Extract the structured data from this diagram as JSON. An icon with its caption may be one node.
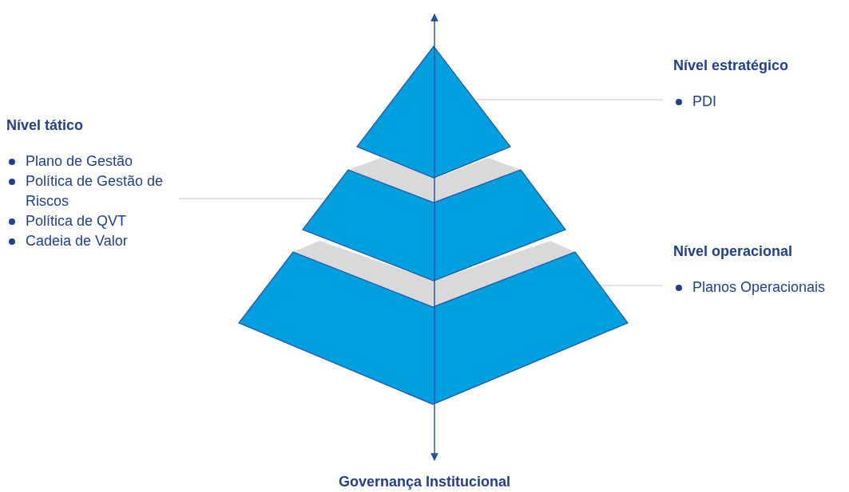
{
  "diagram": {
    "nodes": [
      {
        "text": [],
        "shape": "triangle"
      },
      {
        "text": [],
        "shape": "trapezoid"
      },
      {
        "text": [],
        "shape": "trapezoid"
      },
      {
        "text": [
          "Nível estratégico",
          "PDI"
        ]
      },
      {
        "text": [
          "Nível tático",
          "Plano de Gestão",
          "Política de Gestão de Riscos",
          "Política de QVT",
          "Cadeia de Valor"
        ]
      },
      {
        "text": [
          "Nível operacional",
          "Planos Operacionais"
        ]
      },
      {
        "text": [],
        "shape": "band"
      },
      {
        "text": [],
        "shape": "band"
      }
    ],
    "edges": [
      {
        "from": 3,
        "to": 0,
        "arrow": "none"
      },
      {
        "from": 4,
        "to": 1,
        "arrow": "none"
      },
      {
        "from": 5,
        "to": 2,
        "arrow": "none"
      }
    ],
    "labels": [
      "Governança Institucional"
    ]
  }
}
